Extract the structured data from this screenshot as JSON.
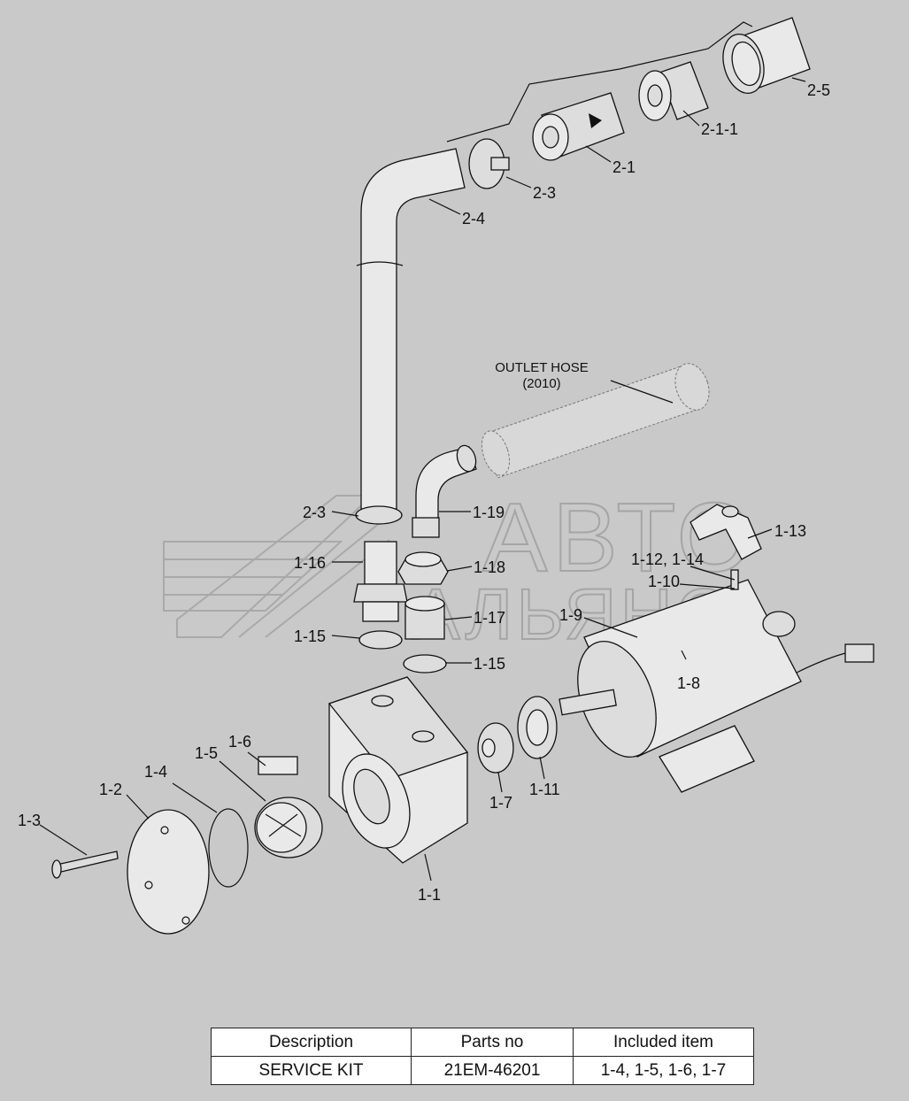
{
  "watermark": {
    "line1": "АВТО",
    "line2": "АЛЬЯНС"
  },
  "annotation": {
    "line1": "OUTLET HOSE",
    "line2": "(2010)"
  },
  "labels": {
    "p2_5": "2-5",
    "p2_1_1": "2-1-1",
    "p2_1": "2-1",
    "p2_3_top": "2-3",
    "p2_4": "2-4",
    "p2_3_bottom": "2-3",
    "p1_19": "1-19",
    "p1_13": "1-13",
    "p1_16": "1-16",
    "p1_18": "1-18",
    "p1_12_14": "1-12, 1-14",
    "p1_10": "1-10",
    "p1_9": "1-9",
    "p1_17": "1-17",
    "p1_15_a": "1-15",
    "p1_15_b": "1-15",
    "p1_8": "1-8",
    "p1_6": "1-6",
    "p1_5": "1-5",
    "p1_4": "1-4",
    "p1_2": "1-2",
    "p1_3": "1-3",
    "p1_7": "1-7",
    "p1_11": "1-11",
    "p1_1": "1-1"
  },
  "table": {
    "headers": [
      "Description",
      "Parts no",
      "Included item"
    ],
    "rows": [
      [
        "SERVICE KIT",
        "21EM-46201",
        "1-4, 1-5, 1-6, 1-7"
      ]
    ]
  }
}
